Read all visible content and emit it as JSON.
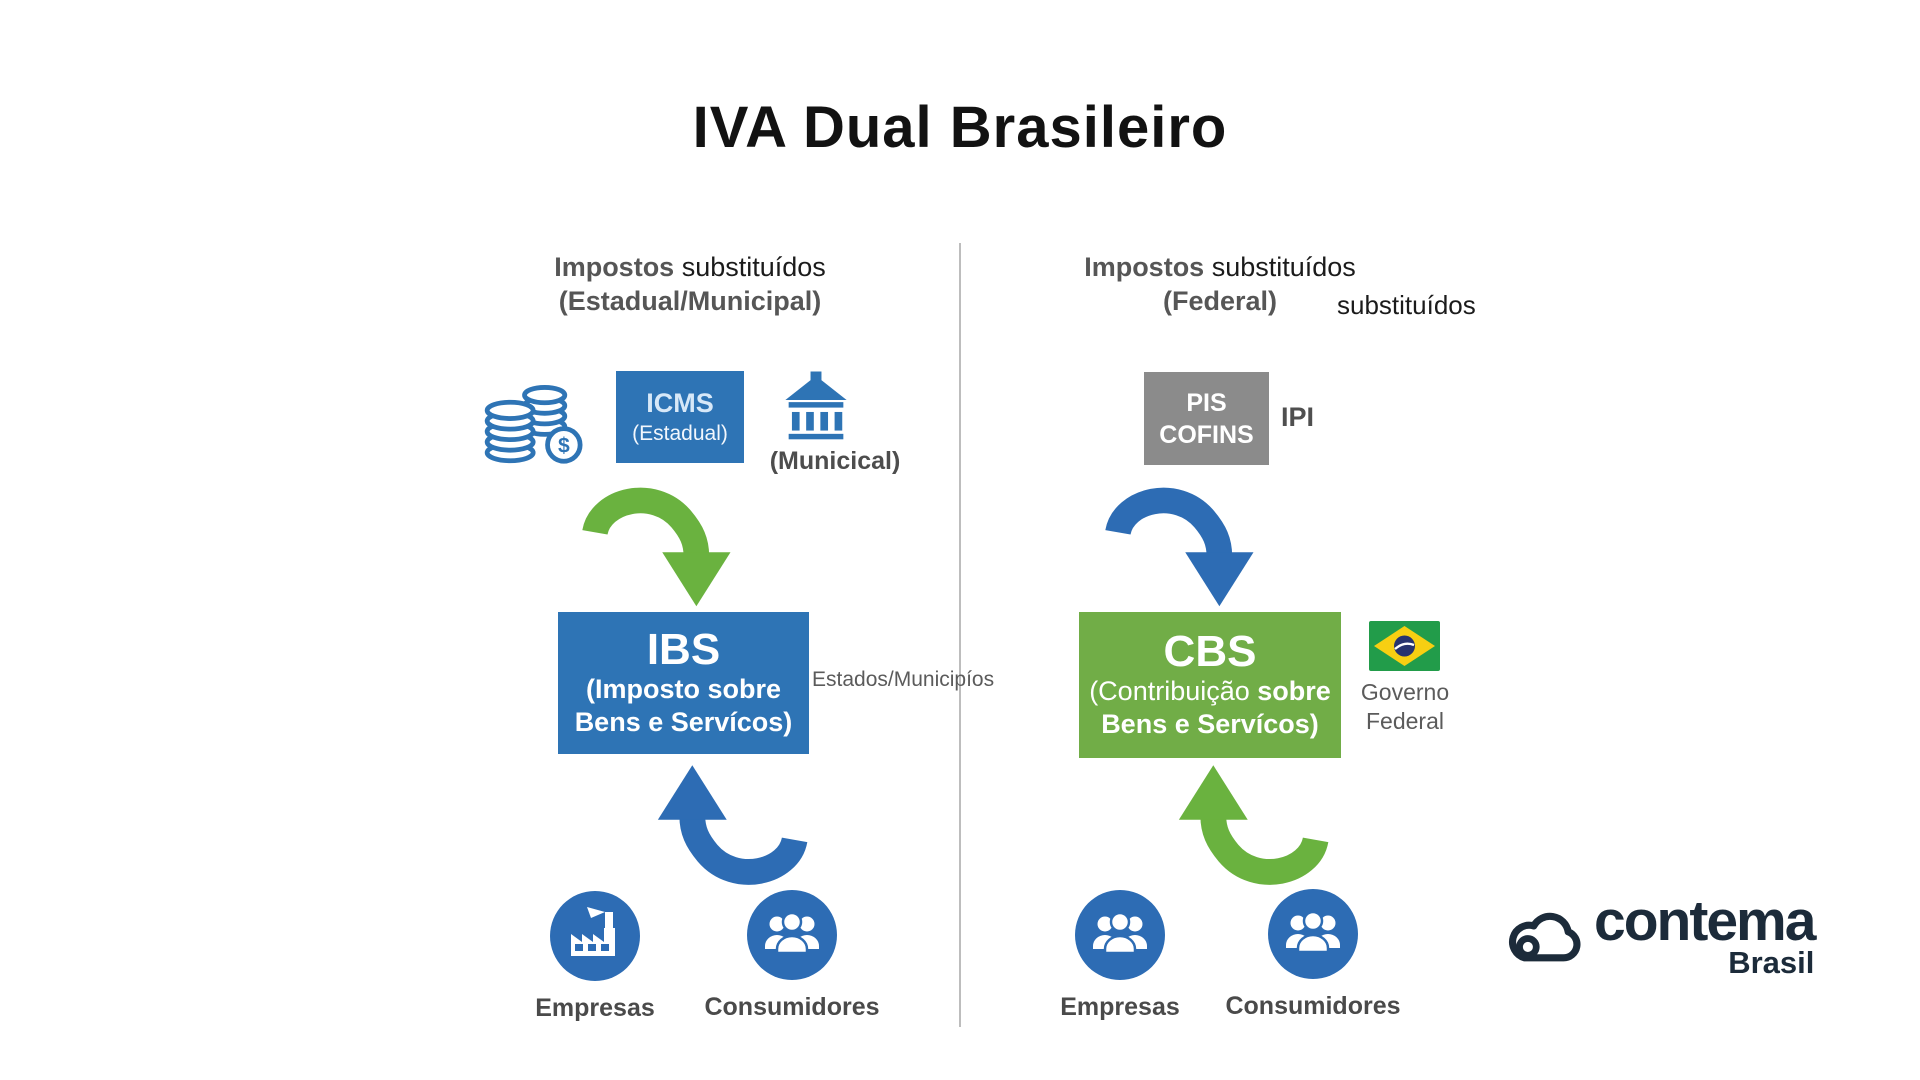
{
  "title": "IVA Dual Brasileiro",
  "left": {
    "header": {
      "word_bold": "Impostos",
      "word_rest": " substituídos",
      "line2": "(Estadual/Municipal)"
    },
    "icms_box": {
      "title": "ICMS",
      "subtitle": "(Estadual)"
    },
    "municipal_label": "(Municical)",
    "ibs_box": {
      "title": "IBS",
      "line2": "(Imposto sobre",
      "line3": "Bens e Servícos)"
    },
    "side_label": "Estados/Municipíos",
    "empresas_label": "Empresas",
    "consumidores_label": "Consumidores"
  },
  "right": {
    "header": {
      "word_bold": "Impostos",
      "word_rest": " substituídos",
      "line2": "(Federal)",
      "extra": "substituídos"
    },
    "pis_cofins_box": {
      "line1": "PIS",
      "line2": "COFINS"
    },
    "ipi_label": "IPI",
    "cbs_box": {
      "title": "CBS",
      "line2_normal": "(Contribuição ",
      "line2_bold": "sobre",
      "line3": "Bens e Servícos)"
    },
    "gov_label": {
      "line1": "Governo",
      "line2": "Federal"
    },
    "empresas_label": "Empresas",
    "consumidores_label": "Consumidores"
  },
  "brand": {
    "name": "contema",
    "region": "Brasil"
  },
  "icons": {
    "coins": "coins-money-icon",
    "bank": "bank-building-icon",
    "factory": "factory-icon",
    "people": "people-group-icon",
    "flag": "brazil-flag-icon",
    "arrow": "curved-arrow-icon",
    "cloud": "cloud-logo-icon"
  },
  "colors": {
    "primary_blue": "#2e74b5",
    "arrow_blue": "#2d6cb4",
    "arrow_green": "#6ab23f",
    "cbs_green": "#71ad47",
    "gray_box": "#8b8b8b",
    "gray_text": "#565656",
    "brand_navy": "#1c2b3a"
  }
}
